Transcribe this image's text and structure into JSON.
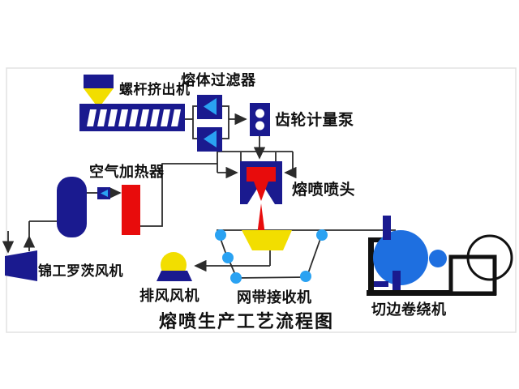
{
  "title": "熔喷生产工艺流程图",
  "labels": {
    "extruder": "螺杆挤出机",
    "melt_filter": "熔体过滤器",
    "gear_pump": "齿轮计量泵",
    "spinneret": "熔喷喷头",
    "air_heater": "空气加热器",
    "roots_blower": "锦工罗茨风机",
    "exhaust_fan": "排风风机",
    "belt_collector": "网带接收机",
    "winder": "切边卷绕机"
  },
  "colors": {
    "navy": "#1a1a8f",
    "roll_blue": "#1e6fe0",
    "light_blue": "#2aa2f2",
    "red": "#e80c0c",
    "yellow": "#f2de00",
    "line": "#2b2b2b",
    "text": "#111111",
    "border": "#e2e2e2"
  }
}
